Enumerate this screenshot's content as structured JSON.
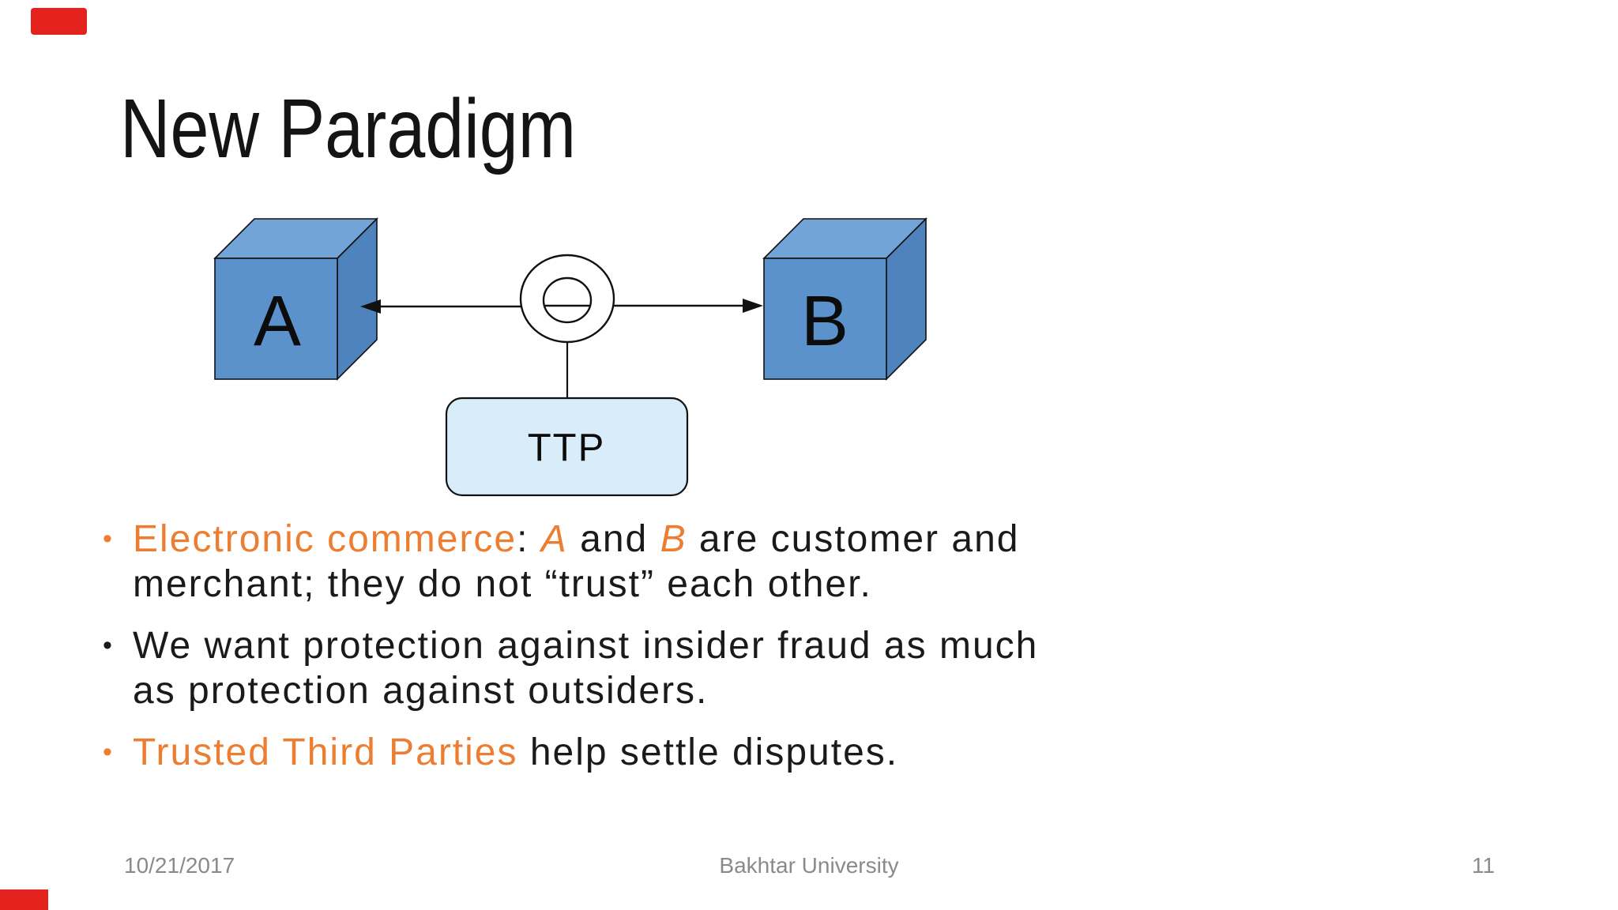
{
  "slide": {
    "title": "New Paradigm",
    "diagram": {
      "node_a_label": "A",
      "node_b_label": "B",
      "ttp_label": "TTP"
    },
    "bullets": [
      {
        "marker": "•",
        "marker_color": "#ED7D31",
        "lines": [
          [
            {
              "text": "Electronic commerce",
              "color": "#ED7D31",
              "italic": false
            },
            {
              "text": ": ",
              "color": "#1a1a1a",
              "italic": false
            },
            {
              "text": "A",
              "color": "#ED7D31",
              "italic": true
            },
            {
              "text": " and ",
              "color": "#1a1a1a",
              "italic": false
            },
            {
              "text": "B",
              "color": "#ED7D31",
              "italic": true
            },
            {
              "text": " are customer and",
              "color": "#1a1a1a",
              "italic": false
            }
          ],
          [
            {
              "text": "merchant; they do not “trust” each other.",
              "color": "#1a1a1a",
              "italic": false
            }
          ]
        ]
      },
      {
        "marker": "•",
        "marker_color": "#1a1a1a",
        "lines": [
          [
            {
              "text": "We want protection against insider fraud as much",
              "color": "#1a1a1a",
              "italic": false
            }
          ],
          [
            {
              "text": "as protection against outsiders.",
              "color": "#1a1a1a",
              "italic": false
            }
          ]
        ]
      },
      {
        "marker": "•",
        "marker_color": "#ED7D31",
        "lines": [
          [
            {
              "text": "Trusted Third Parties",
              "color": "#ED7D31",
              "italic": false
            },
            {
              "text": " help settle disputes.",
              "color": "#1a1a1a",
              "italic": false
            }
          ]
        ]
      }
    ],
    "footer": {
      "date": "10/21/2017",
      "institution": "Bakhtar University",
      "page_number": "11"
    },
    "colors": {
      "accent_orange": "#ED7D31",
      "cube_front": "#5b92cb",
      "cube_top": "#72a4d8",
      "cube_side": "#4e83bd",
      "ttp_fill": "#d8ecf9",
      "outline_black": "#111111",
      "footer_gray": "#8a8a8a",
      "red_marker": "#e5231e",
      "background": "#ffffff"
    }
  }
}
